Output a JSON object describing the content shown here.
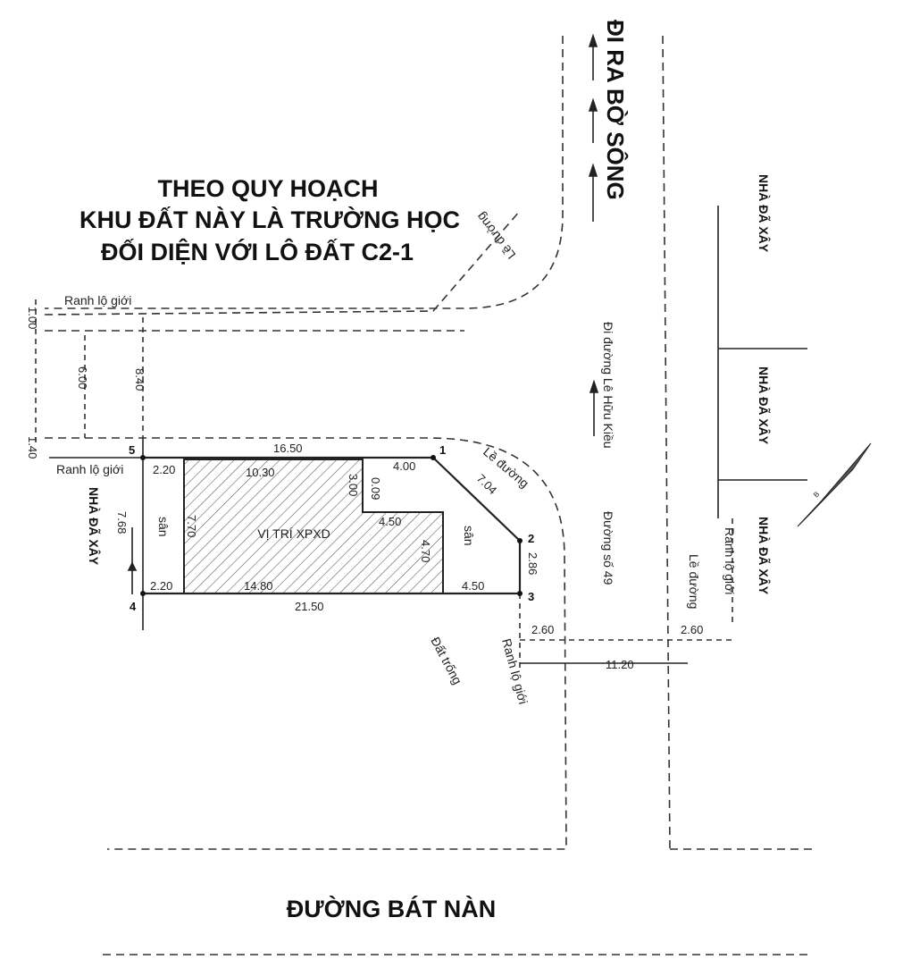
{
  "title": {
    "line1": "THEO QUY HOẠCH",
    "line2": "KHU ĐẤT NÀY LÀ TRƯỜNG HỌC",
    "line3": "ĐỐI DIỆN VỚI LÔ ĐẤT C2-1"
  },
  "streets": {
    "top_direction": "ĐI RA BỜ SÔNG",
    "bottom": "ĐƯỜNG BÁT NÀN",
    "side_direction": "Đi đường Lê Hữu Kiều",
    "road_name": "Đường số 49"
  },
  "labels": {
    "ranh_lo_gioi": "Ranh lộ giới",
    "le_duong": "Lề đường",
    "nha_da_xay": "NHÀ ĐÃ XÂY",
    "san": "sân",
    "vi_tri": "VỊ TRÍ XPXD",
    "dat_trong": "Đất trống"
  },
  "points": [
    "1",
    "2",
    "3",
    "4",
    "5"
  ],
  "dims": {
    "d100": "1.00",
    "d600": "6.00",
    "d840": "8.40",
    "d140": "1.40",
    "d1650": "16.50",
    "d1030": "10.30",
    "d400": "4.00",
    "d220a": "2.20",
    "d300": "3.00",
    "d009": "0.09",
    "d704": "7.04",
    "d768": "7.68",
    "d770": "7.70",
    "d450a": "4.50",
    "d470": "4.70",
    "d286": "2.86",
    "d220b": "2.20",
    "d1480": "14.80",
    "d450b": "4.50",
    "d2150": "21.50",
    "d260a": "2.60",
    "d260b": "2.60",
    "d1120": "11.20"
  }
}
